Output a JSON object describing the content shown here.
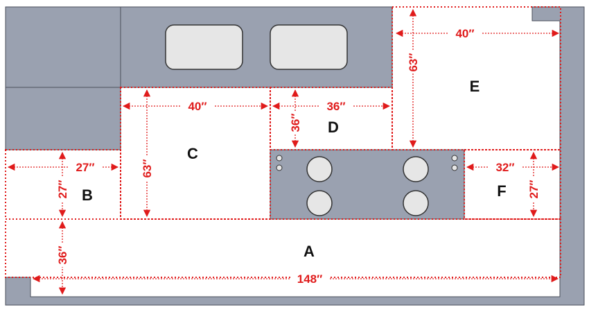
{
  "colors": {
    "counter": "#9aa1b0",
    "outline": "#4a4e5a",
    "sink_basin": "#e6e6e6",
    "dimension": "#e01b1b",
    "region_label": "#111111"
  },
  "regions": {
    "A": "A",
    "B": "B",
    "C": "C",
    "D": "D",
    "E": "E",
    "F": "F"
  },
  "dimensions": {
    "a_width": "148″",
    "a_depth": "36″",
    "b_width": "27″",
    "b_depth": "27″",
    "c_width": "40″",
    "c_depth": "63″",
    "d_width": "36″",
    "d_depth": "36″",
    "e_width": "40″",
    "e_depth": "63″",
    "f_width": "32″",
    "f_depth": "27″"
  },
  "icons": {
    "sink": "double-sink-icon",
    "cooktop": "cooktop-icon",
    "knob": "control-knob-icon"
  }
}
